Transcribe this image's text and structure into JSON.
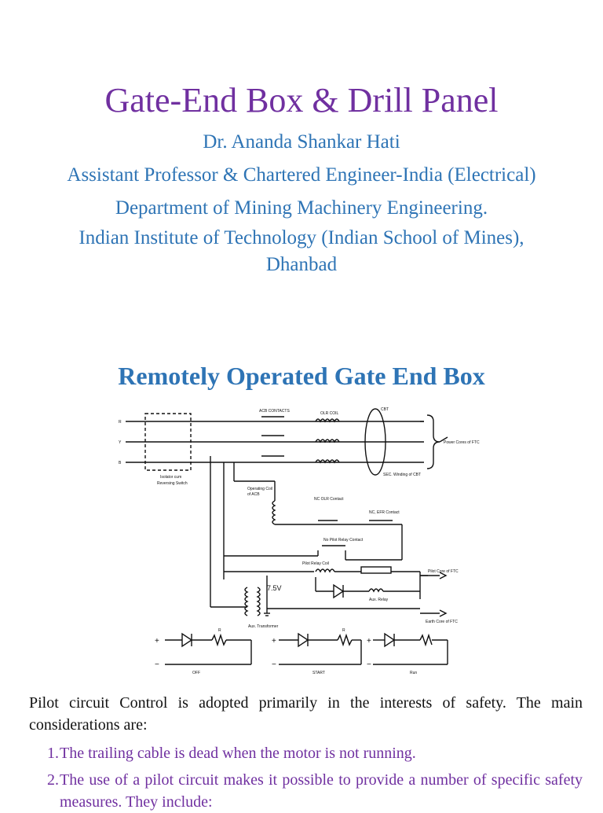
{
  "title": "Gate-End Box & Drill Panel",
  "author": {
    "name": "Dr. Ananda Shankar Hati",
    "designation": "Assistant Professor & Chartered Engineer-India (Electrical)",
    "department": "Department of Mining Machinery Engineering.",
    "institute_line1": "Indian Institute of Technology (Indian School of Mines),",
    "institute_line2": "Dhanbad"
  },
  "section_title": "Remotely Operated Gate End Box",
  "diagram": {
    "labels": {
      "r": "R",
      "y": "Y",
      "b": "B",
      "acb_contacts": "ACB CONTACTS",
      "olr_coil": "OLR COIL",
      "cbt": "CBT",
      "power_cores": "Power Cores of FTC",
      "isolator": "Isolator cum",
      "reversing_switch": "Reversing Switch",
      "sec_winding": "SEC. Winding of CBT",
      "operating_coil": "Operating Coil",
      "of_acb": "of ACB",
      "nc_olr": "NC OLR Contact",
      "nc_efr": "NC, EFR Contact",
      "no_pilot": "No Pilot Relay Contact",
      "pilot_relay_coil": "Pilot Relay Coil",
      "pilot_core": "Pilot Core of FTC",
      "aux_relay": "Aux. Relay",
      "voltage": "7.5V",
      "aux_transformer": "Aux. Transformer",
      "earth_core": "Earth Core of FTC",
      "r_label": "R",
      "off": "OFF",
      "start": "START",
      "run": "Run",
      "plus": "+",
      "minus": "−"
    }
  },
  "body": {
    "intro": "Pilot circuit Control is adopted primarily in the interests of safety. The main considerations are:",
    "items": [
      {
        "num": "1.",
        "text": "The trailing cable is dead when the motor is not running."
      },
      {
        "num": "2.",
        "text": "The use of a pilot circuit makes it possible to provide a number of specific safety measures. They include:"
      }
    ]
  },
  "colors": {
    "title": "#7030a0",
    "author": "#2e74b5",
    "subtitle": "#2e74b5",
    "list": "#7030a0"
  }
}
